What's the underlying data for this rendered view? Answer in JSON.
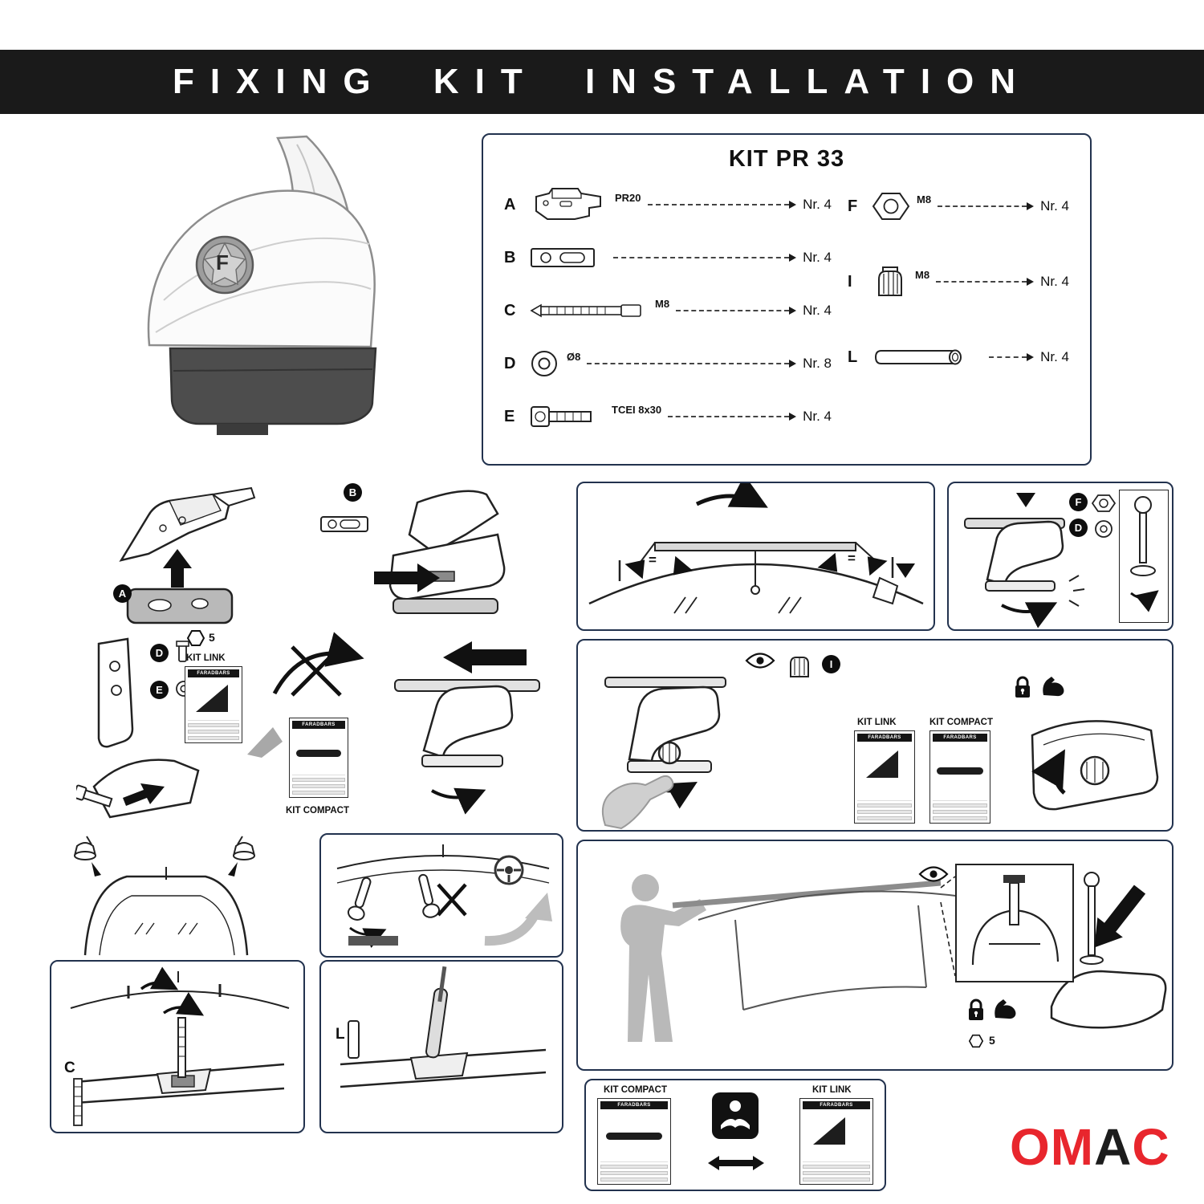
{
  "header": {
    "title": "FIXING KIT INSTALLATION"
  },
  "kit": {
    "title": "KIT PR 33",
    "left_items": [
      {
        "letter": "A",
        "spec": "PR20",
        "qty": "Nr. 4"
      },
      {
        "letter": "B",
        "spec": "",
        "qty": "Nr. 4"
      },
      {
        "letter": "C",
        "spec": "M8",
        "qty": "Nr. 4"
      },
      {
        "letter": "D",
        "spec": "Ø8",
        "qty": "Nr. 8"
      },
      {
        "letter": "E",
        "spec": "TCEI 8x30",
        "qty": "Nr. 4"
      }
    ],
    "right_items": [
      {
        "letter": "F",
        "spec": "M8",
        "qty": "Nr. 4"
      },
      {
        "letter": "I",
        "spec": "M8",
        "qty": "Nr. 4"
      },
      {
        "letter": "L",
        "spec": "",
        "qty": "Nr. 4"
      }
    ]
  },
  "steps": {
    "a": "A",
    "b": "B",
    "c": "C",
    "d": "D",
    "e": "E",
    "f": "F",
    "i": "I",
    "l": "L",
    "hex_qty": "5",
    "equal_left": "=",
    "equal_right": "="
  },
  "kits": {
    "link_label": "KIT LINK",
    "compact_label": "KIT COMPACT",
    "leaflet_brand": "FARADBARS"
  },
  "brand": {
    "farad_letter": "F",
    "omac_om": "OM",
    "omac_a": "A",
    "omac_c": "C"
  }
}
